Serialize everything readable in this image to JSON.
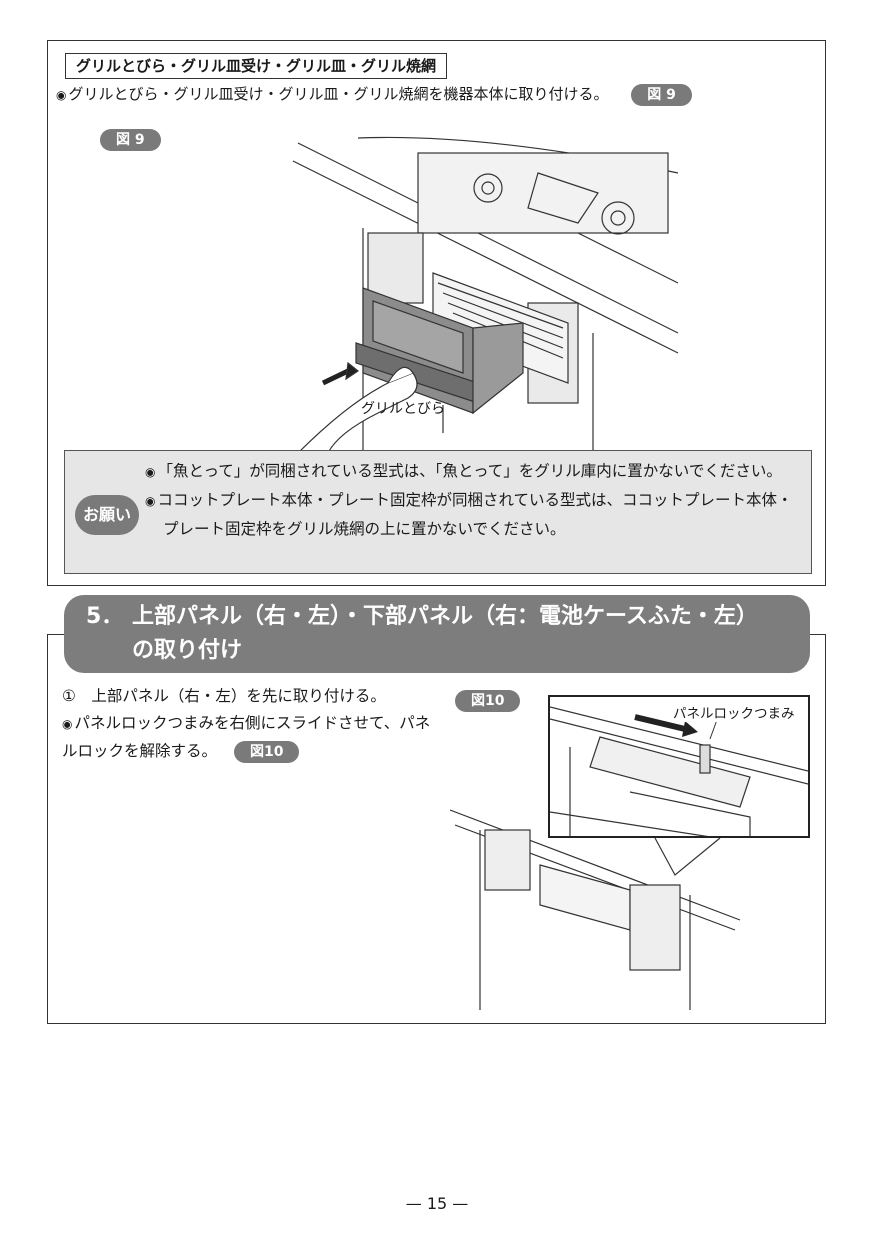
{
  "section1": {
    "title": "グリルとびら・グリル皿受け・グリル皿・グリル焼網",
    "instruction": "グリルとびら・グリル皿受け・グリル皿・グリル焼網を機器本体に取り付ける。",
    "instruction_fig_ref": "図 9",
    "figure_label": "図 9",
    "figure_callout": "グリルとびら"
  },
  "note": {
    "badge": "お願い",
    "items": [
      "「魚とって」が同梱されている型式は、「魚とって」をグリル庫内に置かないでください。",
      "ココットプレート本体・プレート固定枠が同梱されている型式は、ココットプレート本体・プレート固定枠をグリル焼網の上に置かないでください。"
    ]
  },
  "section5": {
    "number": "5．",
    "title_line1": "上部パネル（右・左）・下部パネル（右：電池ケースふた・左）",
    "title_line2": "の取り付け",
    "step1": "①　上部パネル（右・左）を先に取り付ける。",
    "step1_sub": "パネルロックつまみを右側にスライドさせて、パネルロックを解除する。",
    "step1_sub_fig_ref": "図10",
    "figure_label": "図10",
    "figure_callout": "パネルロックつまみ"
  },
  "page": {
    "number": "— 15 —"
  },
  "icons": {
    "bullet": "◉"
  },
  "colors": {
    "accent": "#7a7a7a",
    "note_bg": "#e6e6e6"
  }
}
